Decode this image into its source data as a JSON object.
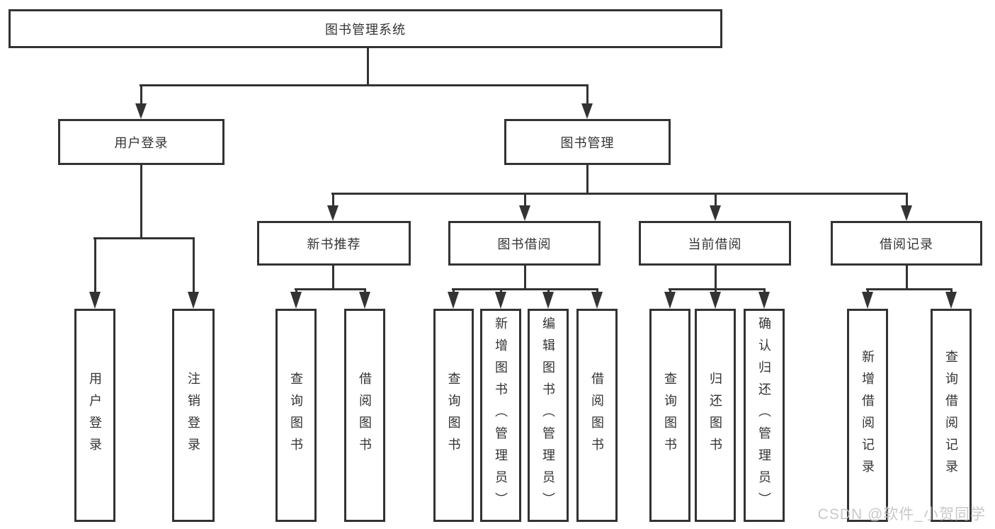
{
  "colors": {
    "line": "#333333",
    "text": "#333333",
    "background": "#ffffff",
    "watermark": "#c3c3c3"
  },
  "diagram": {
    "root": {
      "label": "图书管理系统"
    },
    "level2": [
      {
        "id": "user-login",
        "label": "用户登录"
      },
      {
        "id": "book-management",
        "label": "图书管理"
      }
    ],
    "level3": [
      {
        "id": "new-book-recommend",
        "label": "新书推荐"
      },
      {
        "id": "book-borrowing",
        "label": "图书借阅"
      },
      {
        "id": "current-borrowing",
        "label": "当前借阅"
      },
      {
        "id": "borrowing-records",
        "label": "借阅记录"
      }
    ],
    "leaves": [
      {
        "group": "用户登录",
        "label": "用户登录"
      },
      {
        "group": "用户登录",
        "label": "注销登录"
      },
      {
        "group": "新书推荐",
        "label": "查询图书"
      },
      {
        "group": "新书推荐",
        "label": "借阅图书"
      },
      {
        "group": "图书借阅",
        "label": "查询图书"
      },
      {
        "group": "图书借阅",
        "label": "新增图书（管理员）"
      },
      {
        "group": "图书借阅",
        "label": "编辑图书（管理员）"
      },
      {
        "group": "图书借阅",
        "label": "借阅图书"
      },
      {
        "group": "当前借阅",
        "label": "查询图书"
      },
      {
        "group": "当前借阅",
        "label": "归还图书"
      },
      {
        "group": "当前借阅",
        "label": "确认归还（管理员）"
      },
      {
        "group": "借阅记录",
        "label": "新增借阅记录"
      },
      {
        "group": "借阅记录",
        "label": "查询借阅记录"
      }
    ]
  },
  "watermark": {
    "text": "CSDN @软件_小贺同学"
  }
}
